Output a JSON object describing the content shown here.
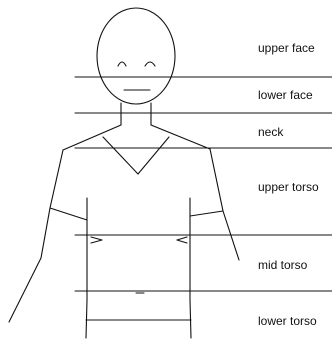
{
  "labels": {
    "upper_face": "upper face",
    "lower_face": "lower face",
    "neck": "neck",
    "upper_torso": "upper torso",
    "mid_torso": "mid torso",
    "lower_torso": "lower torso"
  },
  "colors": {
    "line": "#111111",
    "background": "#ffffff"
  }
}
